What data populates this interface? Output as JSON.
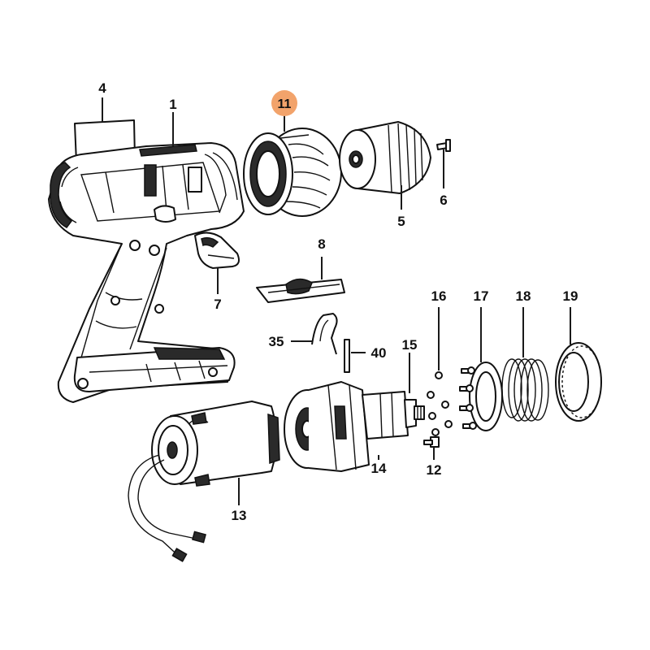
{
  "diagram": {
    "highlight_color": "#f2a36b",
    "highlighted_part": "11",
    "callouts": {
      "p1": "1",
      "p4": "4",
      "p5": "5",
      "p6": "6",
      "p7": "7",
      "p8": "8",
      "p11": "11",
      "p12": "12",
      "p13": "13",
      "p14": "14",
      "p15": "15",
      "p16": "16",
      "p17": "17",
      "p18": "18",
      "p19": "19",
      "p35": "35",
      "p40": "40"
    }
  }
}
